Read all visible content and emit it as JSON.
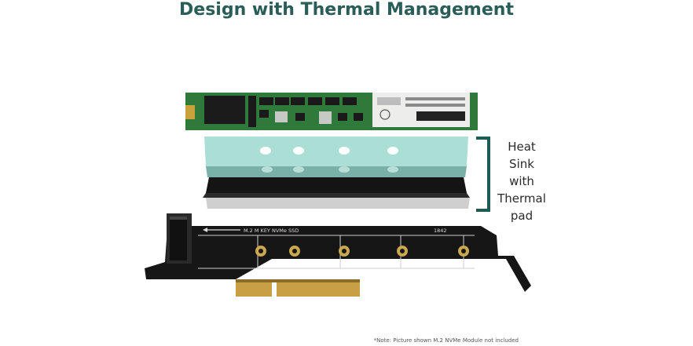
{
  "title": "Design with Thermal Management",
  "heatsink_label": {
    "line1": "Heat Sink",
    "line2": "with",
    "line3": "Thermal",
    "line4": "pad"
  },
  "pcb_text": {
    "slot_label": "M.2 M KEY NVMe SSD",
    "date_code": "1842"
  },
  "footnote": "*Note: Picture shown M.2 NVMe Module not included",
  "colors": {
    "title": "#2a5c58",
    "bracket": "#1f5b55",
    "ssd_pcb": "#2f7a3a",
    "heatsink_glass": "#8fcfc4",
    "thermal_pad": "#141414",
    "adapter_pcb": "#161616"
  }
}
